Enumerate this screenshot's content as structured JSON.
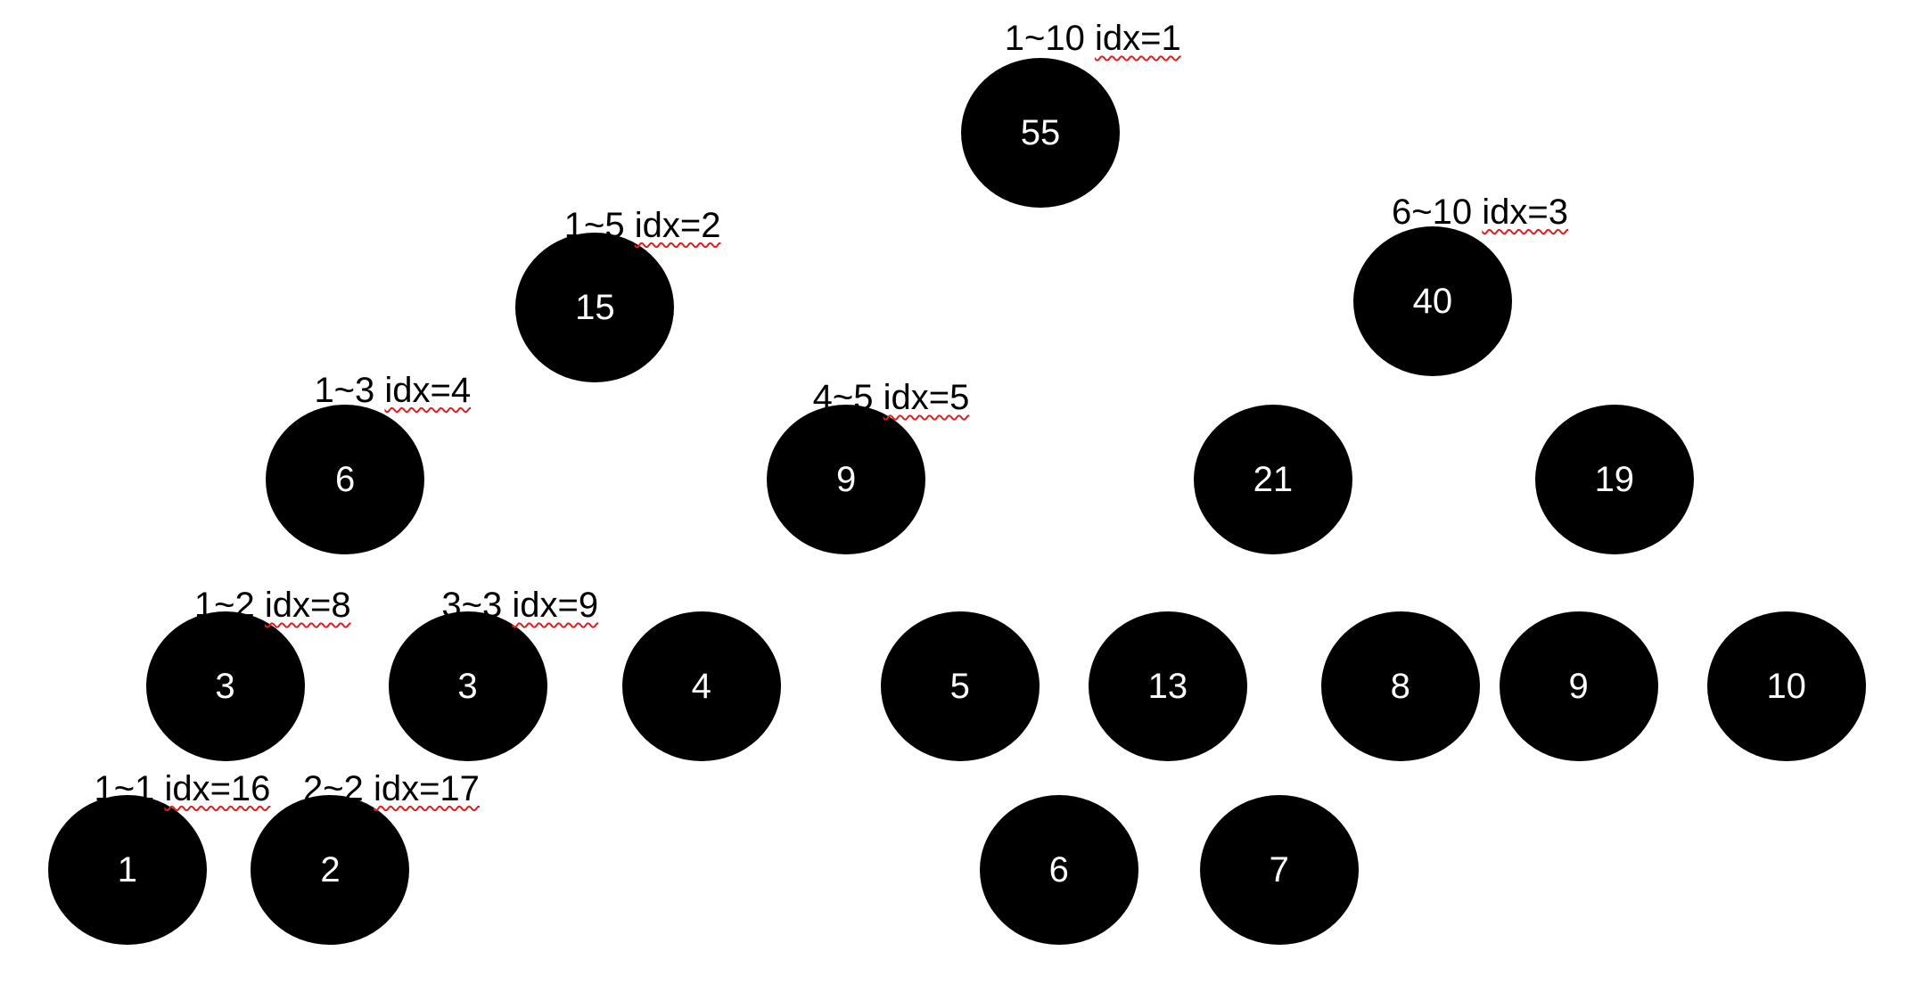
{
  "nodes": [
    {
      "value": "55",
      "range": "1~10",
      "idx": "idx=1"
    },
    {
      "value": "15",
      "range": "1~5",
      "idx": "idx=2"
    },
    {
      "value": "40",
      "range": "6~10",
      "idx": "idx=3"
    },
    {
      "value": "6",
      "range": "1~3",
      "idx": "idx=4"
    },
    {
      "value": "9",
      "range": "4~5",
      "idx": "idx=5"
    },
    {
      "value": "21",
      "range": "",
      "idx": ""
    },
    {
      "value": "19",
      "range": "",
      "idx": ""
    },
    {
      "value": "3",
      "range": "1~2",
      "idx": "idx=8"
    },
    {
      "value": "3",
      "range": "3~3",
      "idx": "idx=9"
    },
    {
      "value": "4",
      "range": "",
      "idx": ""
    },
    {
      "value": "5",
      "range": "",
      "idx": ""
    },
    {
      "value": "13",
      "range": "",
      "idx": ""
    },
    {
      "value": "8",
      "range": "",
      "idx": ""
    },
    {
      "value": "9",
      "range": "",
      "idx": ""
    },
    {
      "value": "10",
      "range": "",
      "idx": ""
    },
    {
      "value": "1",
      "range": "1~1",
      "idx": "idx=16"
    },
    {
      "value": "2",
      "range": "2~2",
      "idx": "idx=17"
    },
    {
      "value": "6",
      "range": "",
      "idx": ""
    },
    {
      "value": "7",
      "range": "",
      "idx": ""
    }
  ]
}
